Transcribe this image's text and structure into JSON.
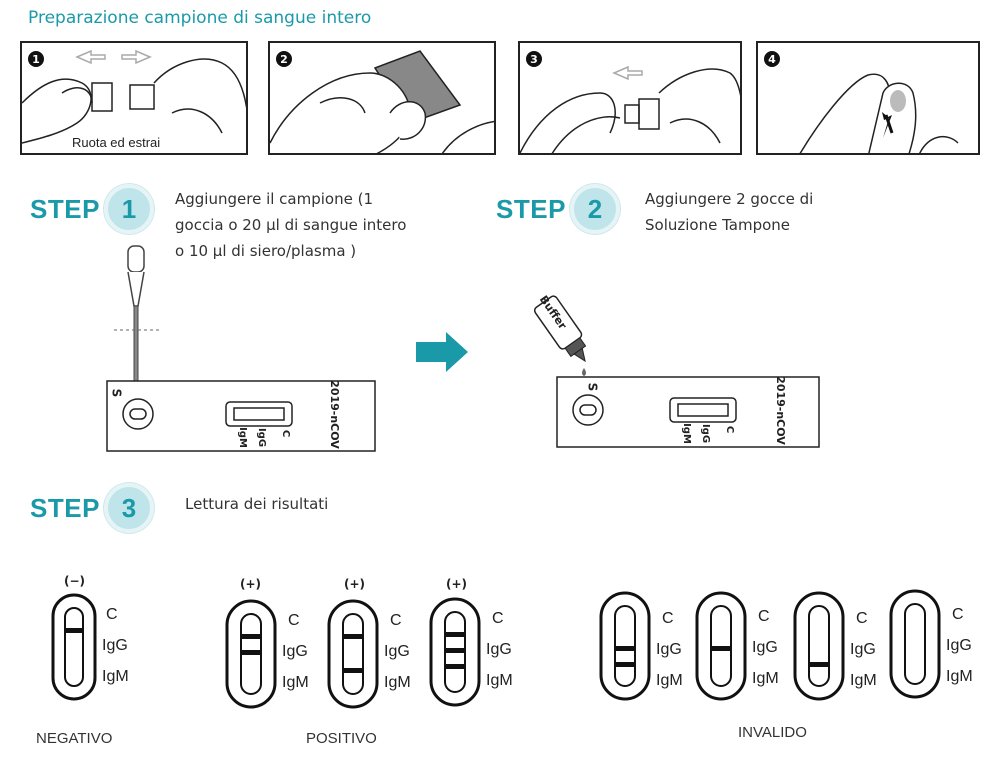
{
  "header": {
    "title": "Preparazione campione di sangue intero"
  },
  "panels": [
    {
      "number": "1",
      "caption": "Ruota ed estrai"
    },
    {
      "number": "2",
      "caption": ""
    },
    {
      "number": "3",
      "caption": ""
    },
    {
      "number": "4",
      "caption": ""
    }
  ],
  "steps": [
    {
      "word": "STEP",
      "number": "1",
      "lines": [
        "Aggiungere il campione (1",
        "goccia o 20 µl di sangue  intero",
        "o 10 µl di siero/plasma )"
      ]
    },
    {
      "word": "STEP",
      "number": "2",
      "lines": [
        "Aggiungere 2 gocce di",
        "Soluzione Tampone"
      ]
    },
    {
      "word": "STEP",
      "number": "3",
      "lines": [
        "Lettura dei risultati"
      ]
    }
  ],
  "cassette": {
    "device_name": "2019-nCOV",
    "sample_label": "S",
    "lines": [
      "C",
      "IgG",
      "IgM"
    ]
  },
  "bottle": {
    "label": "Buffer"
  },
  "results": {
    "line_labels": {
      "c": "C",
      "igg": "IgG",
      "igm": "IgM"
    },
    "negative": {
      "sign": "(−)",
      "caption": "NEGATIVO"
    },
    "positive": {
      "sign": "(+)",
      "caption": "POSITIVO"
    },
    "invalid": {
      "caption": "INVALIDO"
    }
  },
  "colors": {
    "accent": "#1a9aa8",
    "circle": "#bfe4ea",
    "arrow": "#1a9aa8"
  }
}
